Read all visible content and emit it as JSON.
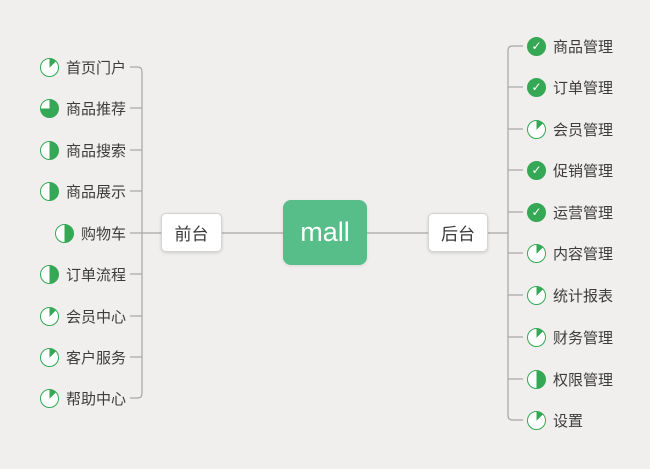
{
  "diagram": {
    "type": "mindmap",
    "root": {
      "label": "mall"
    },
    "branches": {
      "left": {
        "node": {
          "label": "前台"
        },
        "items": [
          {
            "label": "首页门户",
            "icon": "pie",
            "progress": 12.5
          },
          {
            "label": "商品推荐",
            "icon": "pie",
            "progress": 75
          },
          {
            "label": "商品搜索",
            "icon": "pie",
            "progress": 50
          },
          {
            "label": "商品展示",
            "icon": "pie",
            "progress": 50
          },
          {
            "label": "购物车",
            "icon": "pie",
            "progress": 50
          },
          {
            "label": "订单流程",
            "icon": "pie",
            "progress": 50
          },
          {
            "label": "会员中心",
            "icon": "pie",
            "progress": 12.5
          },
          {
            "label": "客户服务",
            "icon": "pie",
            "progress": 12.5
          },
          {
            "label": "帮助中心",
            "icon": "pie",
            "progress": 12.5
          }
        ]
      },
      "right": {
        "node": {
          "label": "后台"
        },
        "items": [
          {
            "label": "商品管理",
            "icon": "check",
            "progress": 100
          },
          {
            "label": "订单管理",
            "icon": "check",
            "progress": 100
          },
          {
            "label": "会员管理",
            "icon": "pie",
            "progress": 12.5
          },
          {
            "label": "促销管理",
            "icon": "check",
            "progress": 100
          },
          {
            "label": "运营管理",
            "icon": "check",
            "progress": 100
          },
          {
            "label": "内容管理",
            "icon": "pie",
            "progress": 12.5
          },
          {
            "label": "统计报表",
            "icon": "pie",
            "progress": 12.5
          },
          {
            "label": "财务管理",
            "icon": "pie",
            "progress": 12.5
          },
          {
            "label": "权限管理",
            "icon": "pie",
            "progress": 50
          },
          {
            "label": "设置",
            "icon": "pie",
            "progress": 12.5
          }
        ]
      }
    }
  },
  "colors": {
    "background": "#f0efed",
    "root_fill": "#57be8a",
    "task_green": "#35a855",
    "line": "#a6a6a6",
    "text": "#3c3c3c"
  }
}
